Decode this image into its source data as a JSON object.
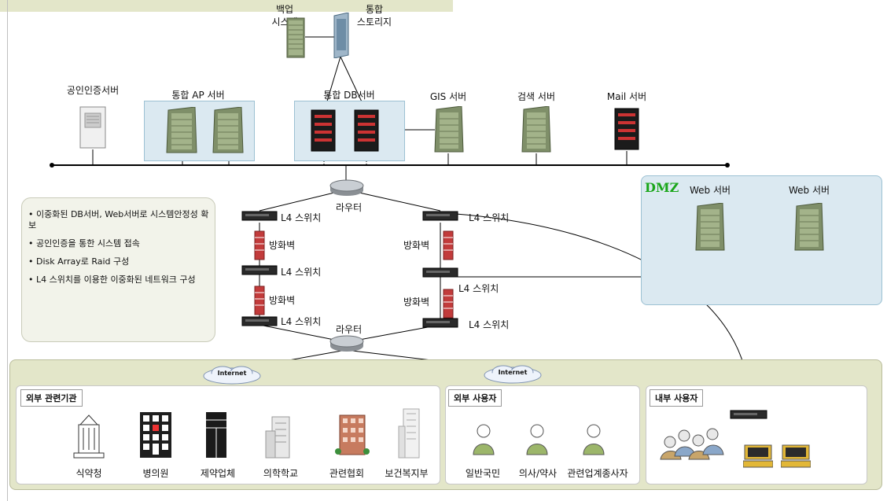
{
  "top": {
    "backup": [
      "백업",
      "시스템"
    ],
    "storage": [
      "통합",
      "스토리지"
    ]
  },
  "servers": {
    "cert": "공인인증서버",
    "ap": "통합 AP 서버",
    "db": "통합 DB서버",
    "gis": "GIS 서버",
    "search": "검색 서버",
    "mail": "Mail 서버"
  },
  "dmz": {
    "title": "DMZ",
    "web1": "Web 서버",
    "web2": "Web 서버"
  },
  "network": {
    "router": "라우터",
    "l4": "L4 스위치",
    "firewall": "방화벽"
  },
  "notes": [
    "• 이중화된 DB서버, Web서버로 시스템안정성 확보",
    "• 공인인증을 통한 시스템 접속",
    "• Disk Array로 Raid 구성",
    "• L4 스위치를 이용한 이중화된 네트워크 구성"
  ],
  "internet": "Internet",
  "groups": {
    "external_orgs": {
      "title": "외부 관련기관",
      "members": [
        "식약청",
        "병의원",
        "제약업체",
        "의학학교",
        "관련협회",
        "보건복지부"
      ]
    },
    "external_users": {
      "title": "외부 사용자",
      "members": [
        "일반국민",
        "의사/약사",
        "관련업계종사자"
      ]
    },
    "internal_users": {
      "title": "내부 사용자"
    }
  },
  "colors": {
    "group_fill": "#dbe9f1",
    "group_border": "#9cc1d3",
    "bottom_fill": "#e3e6c9",
    "dmz_title": "#1aa61a",
    "firewall": "#c23b3b"
  },
  "icons": [
    "server-tower-icon",
    "rack-server-icon",
    "storage-icon",
    "router-icon",
    "switch-icon",
    "firewall-icon",
    "cloud-icon",
    "building-icon",
    "user-icon",
    "pc-icon"
  ]
}
